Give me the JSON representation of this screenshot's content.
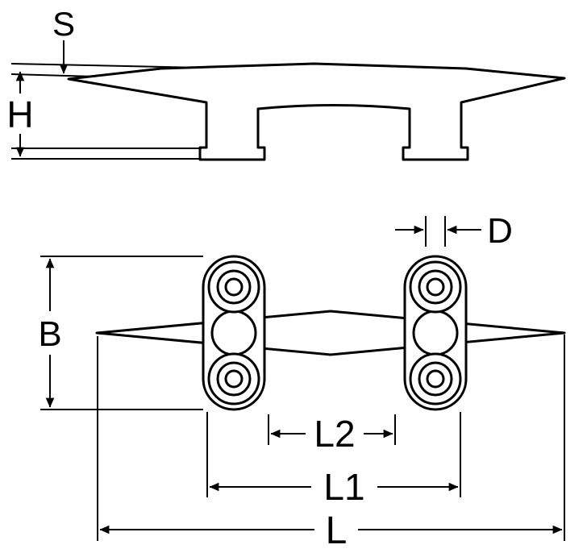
{
  "drawing": {
    "background_color": "#ffffff",
    "line_color": "#000000",
    "description": "technical-drawing-of-deck-cleat-two-views",
    "side_view": {
      "thickness_label": "S",
      "height_label": "H"
    },
    "plan_view": {
      "hole_diameter_label": "D",
      "width_label": "B",
      "inner_length_label": "L2",
      "hole_distance_label": "L1",
      "overall_length_label": "L"
    }
  }
}
